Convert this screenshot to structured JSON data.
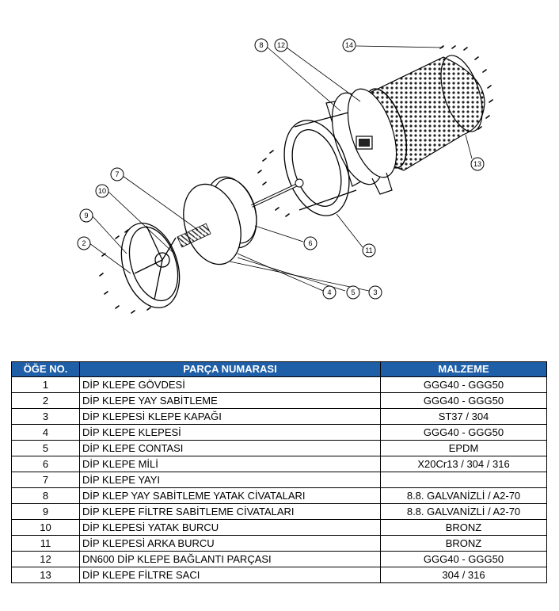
{
  "callouts": [
    "8",
    "12",
    "14",
    "7",
    "10",
    "9",
    "2",
    "6",
    "11",
    "13",
    "4",
    "5",
    "3"
  ],
  "table": {
    "headers": [
      "ÖĞE NO.",
      "PARÇA NUMARASI",
      "MALZEME"
    ],
    "header_color": "#1f5fa8",
    "rows": [
      [
        "1",
        "DİP KLEPE GÖVDESİ",
        "GGG40 - GGG50"
      ],
      [
        "2",
        "DİP KLEPE YAY SABİTLEME",
        "GGG40 - GGG50"
      ],
      [
        "3",
        "DİP KLEPESİ KLEPE KAPAĞI",
        "ST37 / 304"
      ],
      [
        "4",
        "DİP KLEPE KLEPESİ",
        "GGG40 - GGG50"
      ],
      [
        "5",
        "DİP KLEPE CONTASI",
        "EPDM"
      ],
      [
        "6",
        "DİP KLEPE MİLİ",
        "X20Cr13 / 304 / 316"
      ],
      [
        "7",
        "DİP KLEPE YAYI",
        ""
      ],
      [
        "8",
        "DİP KLEP YAY SABİTLEME YATAK CİVATALARI",
        "8.8. GALVANİZLİ / A2-70"
      ],
      [
        "9",
        "DİP KLEPE FİLTRE SABİTLEME CİVATALARI",
        "8.8. GALVANİZLİ / A2-70"
      ],
      [
        "10",
        "DİP KLEPESİ YATAK BURCU",
        "BRONZ"
      ],
      [
        "11",
        "DİP KLEPESİ  ARKA BURCU",
        "BRONZ"
      ],
      [
        "12",
        "DN600 DİP KLEPE BAĞLANTI PARÇASI",
        "GGG40 - GGG50"
      ],
      [
        "13",
        "DİP KLEPE FİLTRE SACI",
        "304 / 316"
      ]
    ]
  }
}
